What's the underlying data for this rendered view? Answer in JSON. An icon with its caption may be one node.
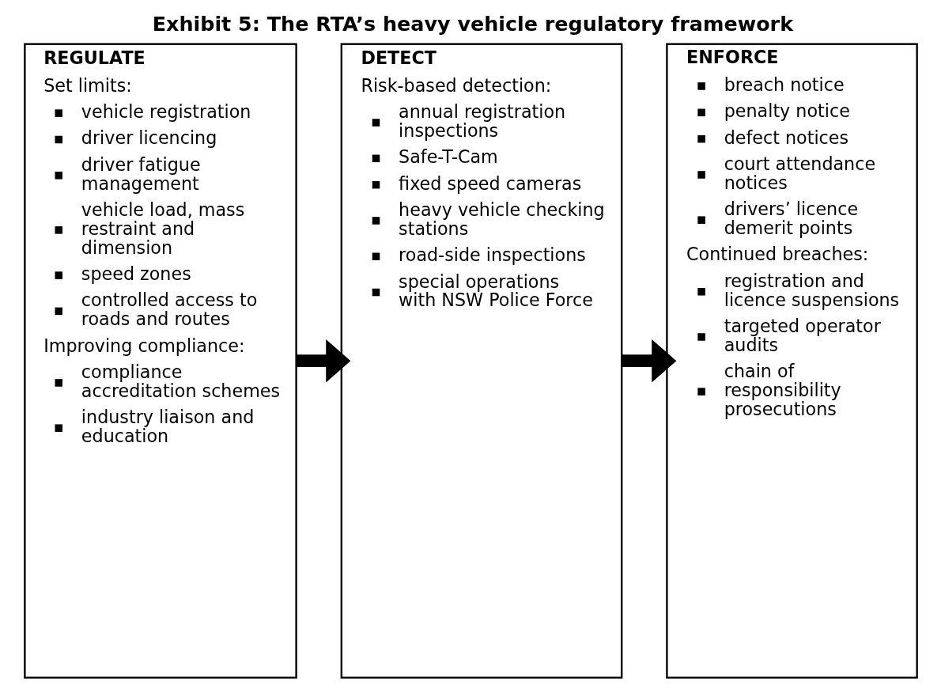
{
  "diagram": {
    "title": "Exhibit 5: The RTA’s heavy vehicle regulatory framework",
    "nodes": [
      {
        "text": [
          "REGULATE",
          "Set limits:",
          "vehicle registration",
          "driver licencing",
          "driver fatigue management",
          "vehicle load, mass restraint and dimension",
          "speed zones",
          "controlled access to roads and routes",
          "Improving compliance:",
          "compliance accreditation schemes",
          "industry liaison and education"
        ]
      },
      {
        "text": [
          "DETECT",
          "Risk-based detection:",
          "annual registration inspections",
          "Safe-T-Cam",
          "fixed speed cameras",
          "heavy vehicle checking stations",
          "road-side inspections",
          "special operations with NSW Police Force"
        ]
      },
      {
        "text": [
          "ENFORCE",
          "breach notice",
          "penalty notice",
          "defect notices",
          "court attendance notices",
          "drivers’ licence demerit points",
          "Continued breaches:",
          "registration and licence suspensions",
          "targeted operator audits",
          "chain of responsibility prosecutions"
        ]
      }
    ],
    "edges": [
      {
        "from": 0,
        "to": 1,
        "arrow": "to"
      },
      {
        "from": 1,
        "to": 2,
        "arrow": "to"
      }
    ]
  }
}
